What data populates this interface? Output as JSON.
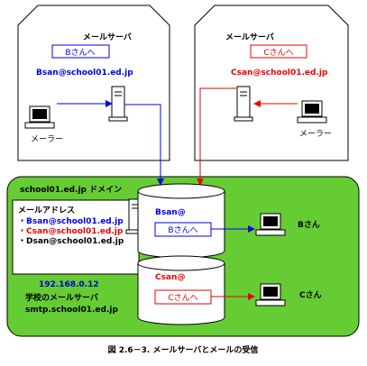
{
  "left_server": {
    "title": "メールサーバ",
    "mailbox": "Bさんへ",
    "address": "Bsan@school01.ed.jp",
    "client": "メーラー"
  },
  "right_server": {
    "title": "メールサーバ",
    "mailbox": "Cさんへ",
    "address": "Csan@school01.ed.jp",
    "client": "メーラー"
  },
  "domain": {
    "title": "school01.ed.jp ドメイン",
    "address_list_title": "メールアドレス",
    "addresses": [
      "・Bsan@school01.ed.jp",
      "・Csan@school01.ed.jp",
      "・Dsan@school01.ed.jp"
    ],
    "ip": "192.168.0.12",
    "server_name": "学校のメールサーバ",
    "server_host": "smtp.school01.ed.jp"
  },
  "storage": {
    "b_label": "Bsan@",
    "b_box": "Bさんへ",
    "c_label": "Csan@",
    "c_box": "Cさんへ"
  },
  "users": {
    "b": "Bさん",
    "c": "Cさん"
  },
  "caption": "図 2.6－3. メールサーバとメールの受信",
  "colors": {
    "blue": "#0000ee",
    "red": "#ee0000",
    "green": "#66cc33",
    "ip": "#0000cc"
  }
}
